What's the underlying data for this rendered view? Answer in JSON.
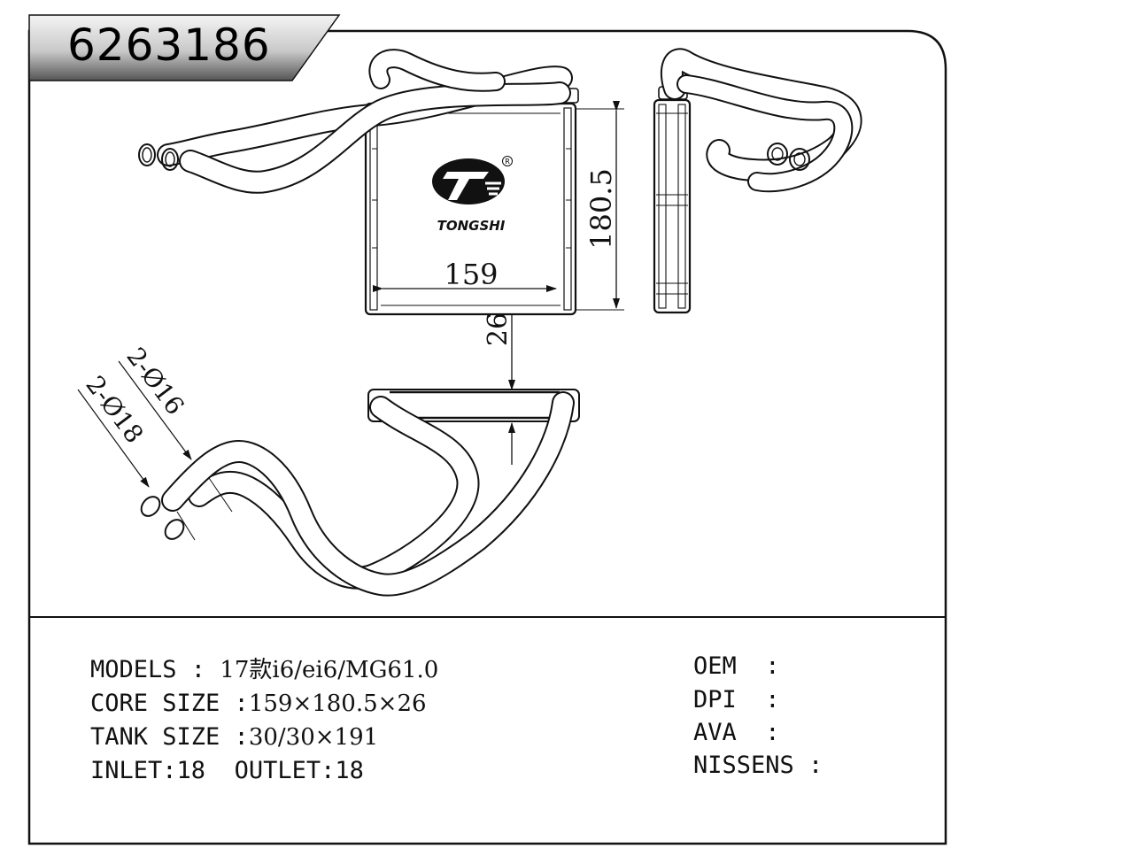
{
  "part_number": "6263186",
  "brand": {
    "name": "TONGSHI",
    "registered_mark": "R"
  },
  "dimensions": {
    "width": "159",
    "height": "180.5",
    "depth": "26",
    "pipe_a": "2-Ø16",
    "pipe_b": "2-Ø18"
  },
  "specs": {
    "models_label": "MODELS : ",
    "models_value": "17款i6/ei6/MG61.0",
    "core_label": "CORE SIZE :",
    "core_value": "159×180.5×26",
    "tank_label": "TANK SIZE :",
    "tank_value": "30/30×191",
    "inlet_label": "INLET:",
    "inlet_value": "18",
    "outlet_label": "OUTLET:",
    "outlet_value": "18"
  },
  "refs": {
    "oem": "OEM  :",
    "dpi": "DPI  :",
    "ava": "AVA  :",
    "nissens": "NISSENS :"
  }
}
